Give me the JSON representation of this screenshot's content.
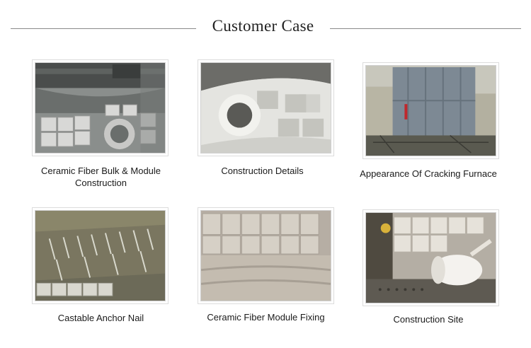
{
  "header": {
    "title": "Customer Case"
  },
  "cases": [
    {
      "caption": "Ceramic Fiber Bulk & Module Construction",
      "image": "ceramic-fiber-bulk-module-photo"
    },
    {
      "caption": "Construction Details",
      "image": "construction-details-photo"
    },
    {
      "caption": "Appearance Of Cracking Furnace",
      "image": "cracking-furnace-photo"
    },
    {
      "caption": "Castable Anchor Nail",
      "image": "anchor-nail-photo"
    },
    {
      "caption": "Ceramic Fiber Module Fixing",
      "image": "module-fixing-photo"
    },
    {
      "caption": "Construction Site",
      "image": "construction-site-photo"
    }
  ],
  "colors": {
    "accent": "#2e8c8a"
  }
}
